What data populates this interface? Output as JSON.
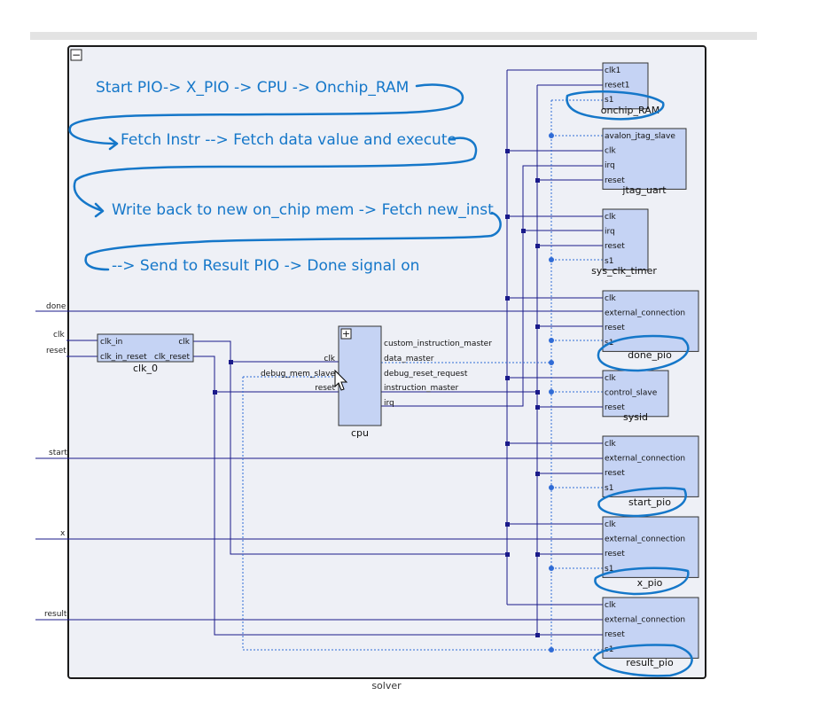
{
  "system_name": "solver",
  "collapse_glyph": "−",
  "expand_glyph": "+",
  "exports": {
    "done": "done",
    "clk": "clk",
    "reset": "reset",
    "start": "start",
    "x": "x",
    "result": "result"
  },
  "clk0": {
    "name": "clk_0",
    "ports": {
      "clk_in": "clk_in",
      "clk_in_reset": "clk_in_reset",
      "clk": "clk",
      "clk_reset": "clk_reset"
    }
  },
  "cpu": {
    "name": "cpu",
    "left_ports": {
      "clk": "clk",
      "debug_mem_slave": "debug_mem_slave",
      "reset": "reset"
    },
    "right_ports": [
      "custom_instruction_master",
      "data_master",
      "debug_reset_request",
      "instruction_master",
      "irq"
    ]
  },
  "components": [
    {
      "id": "onchip_ram",
      "name": "onchip_RAM",
      "ports": [
        "clk1",
        "reset1",
        "s1"
      ]
    },
    {
      "id": "jtag_uart",
      "name": "jtag_uart",
      "ports": [
        "avalon_jtag_slave",
        "clk",
        "irq",
        "reset"
      ]
    },
    {
      "id": "sys_clk_timer",
      "name": "sys_clk_timer",
      "ports": [
        "clk",
        "irq",
        "reset",
        "s1"
      ]
    },
    {
      "id": "done_pio",
      "name": "done_pio",
      "ports": [
        "clk",
        "external_connection",
        "reset",
        "s1"
      ]
    },
    {
      "id": "sysid",
      "name": "sysid",
      "ports": [
        "clk",
        "control_slave",
        "reset"
      ]
    },
    {
      "id": "start_pio",
      "name": "start_pio",
      "ports": [
        "clk",
        "external_connection",
        "reset",
        "s1"
      ]
    },
    {
      "id": "x_pio",
      "name": "x_pio",
      "ports": [
        "clk",
        "external_connection",
        "reset",
        "s1"
      ]
    },
    {
      "id": "result_pio",
      "name": "result_pio",
      "ports": [
        "clk",
        "external_connection",
        "reset",
        "s1"
      ]
    }
  ],
  "annotations": {
    "line1": "Start PIO-> X_PIO -> CPU -> Onchip_RAM",
    "line2": "Fetch Instr --> Fetch data value and execute",
    "line3": "Write back to new on_chip mem -> Fetch new_inst",
    "line4": "--> Send to Result PIO ->  Done signal on"
  },
  "colors": {
    "canvas_bg": "#eef0f6",
    "block_fill": "#c5d3f4",
    "wire": "#1a1a8a",
    "wire_blue": "#2f6bd6",
    "annotation_ink": "#1577c9"
  }
}
